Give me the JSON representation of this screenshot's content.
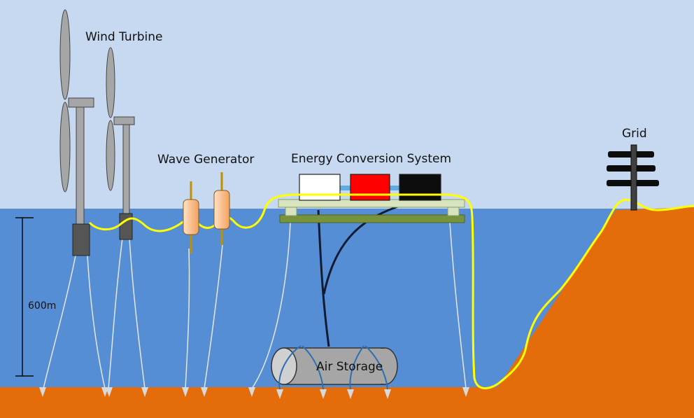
{
  "labels": {
    "wind_turbine": "Wind Turbine",
    "wave_generator": "Wave Generator",
    "energy_conversion": "Energy Conversion System",
    "grid": "Grid",
    "depth": "600m",
    "air_storage": "Air Storage"
  },
  "colors": {
    "sky": "#c6d9f0",
    "sea": "#558ed5",
    "seabed": "#e46c0a",
    "cable": "#ffff00",
    "turbine": "#a6a6a6",
    "platform": "#d7e4bd",
    "platform_base": "#77933c",
    "box_1": "#ffffff",
    "box_2": "#ff0000",
    "box_3": "#0d0d0d",
    "wave_float": "#fac090",
    "air_tank": "#a6a6a6"
  }
}
